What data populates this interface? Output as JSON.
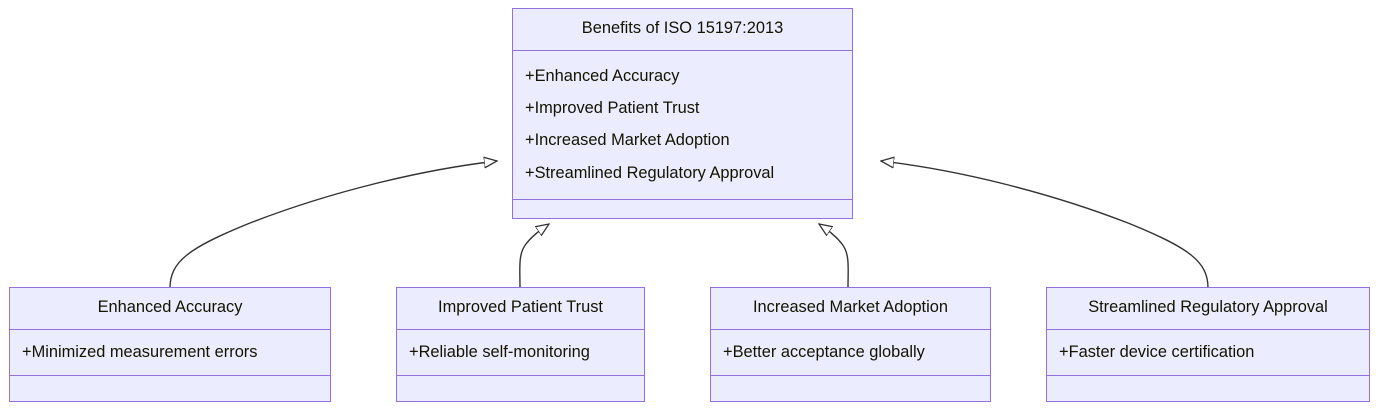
{
  "diagram": {
    "type": "uml-class-diagram",
    "relationship": "generalization",
    "colors": {
      "node_fill": "#ececff",
      "node_border": "#9370db",
      "text": "#131300",
      "edge": "#333333",
      "background": "#ffffff"
    },
    "parent": {
      "title": "Benefits of ISO 15197:2013",
      "attributes": [
        "+Enhanced Accuracy",
        "+Improved Patient Trust",
        "+Increased Market Adoption",
        "+Streamlined Regulatory Approval"
      ],
      "methods": []
    },
    "children": [
      {
        "title": "Enhanced Accuracy",
        "attributes": [
          "+Minimized measurement errors"
        ],
        "methods": []
      },
      {
        "title": "Improved Patient Trust",
        "attributes": [
          "+Reliable self-monitoring"
        ],
        "methods": []
      },
      {
        "title": "Increased Market Adoption",
        "attributes": [
          "+Better acceptance globally"
        ],
        "methods": []
      },
      {
        "title": "Streamlined Regulatory Approval",
        "attributes": [
          "+Faster device certification"
        ],
        "methods": []
      }
    ]
  }
}
